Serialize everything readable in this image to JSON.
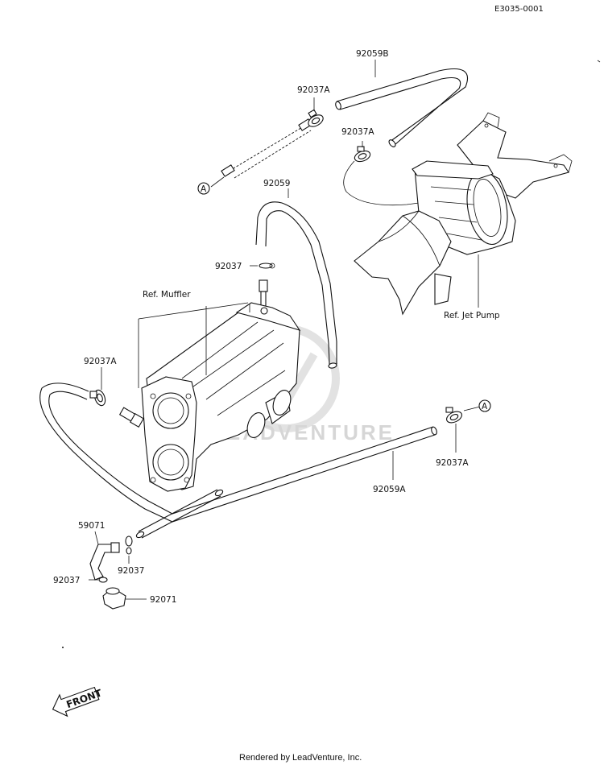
{
  "diagram_code": "E3035-0001",
  "labels": {
    "p92059B": "92059B",
    "p92037A_top": "92037A",
    "p92037A_pump": "92037A",
    "p92059": "92059",
    "p92037_clip": "92037",
    "ref_muffler": "Ref. Muffler",
    "ref_jet_pump": "Ref. Jet Pump",
    "p92037A_left": "92037A",
    "p92037A_right": "92037A",
    "p92059A": "92059A",
    "p59071": "59071",
    "p92037_mid": "92037",
    "p92037_low": "92037",
    "p92071": "92071",
    "callout_a": "A",
    "front": "FRONT"
  },
  "watermark": "LEADVENTURE",
  "footer": "Rendered by LeadVenture, Inc."
}
